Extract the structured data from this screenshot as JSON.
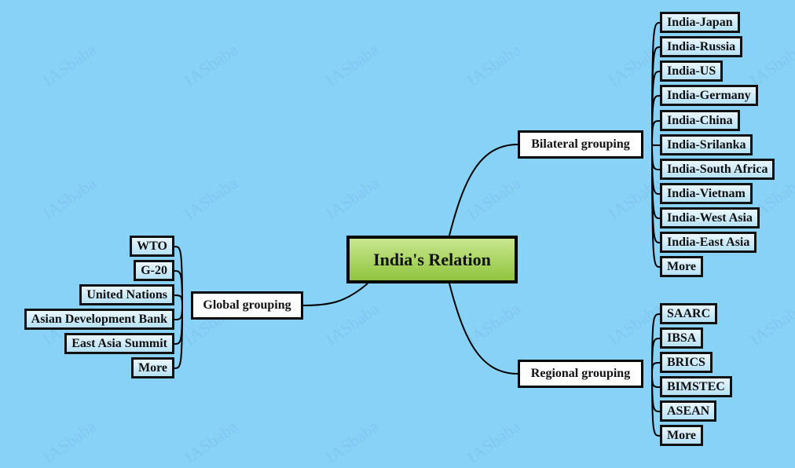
{
  "watermark": "IASbaba",
  "root": {
    "label": "India's Relation"
  },
  "branches": {
    "bilateral": {
      "label": "Bilateral grouping",
      "items": [
        "India-Japan",
        "India-Russia",
        "India-US",
        "India-Germany",
        "India-China",
        "India-Srilanka",
        "India-South Africa",
        "India-Vietnam",
        "India-West Asia",
        "India-East Asia",
        "More"
      ]
    },
    "regional": {
      "label": "Regional grouping",
      "items": [
        "SAARC",
        "IBSA",
        "BRICS",
        "BIMSTEC",
        "ASEAN",
        "More"
      ]
    },
    "global": {
      "label": "Global grouping",
      "items": [
        "WTO",
        "G-20",
        "United Nations",
        "Asian Development Bank",
        "East Asia Summit",
        "More"
      ]
    }
  }
}
